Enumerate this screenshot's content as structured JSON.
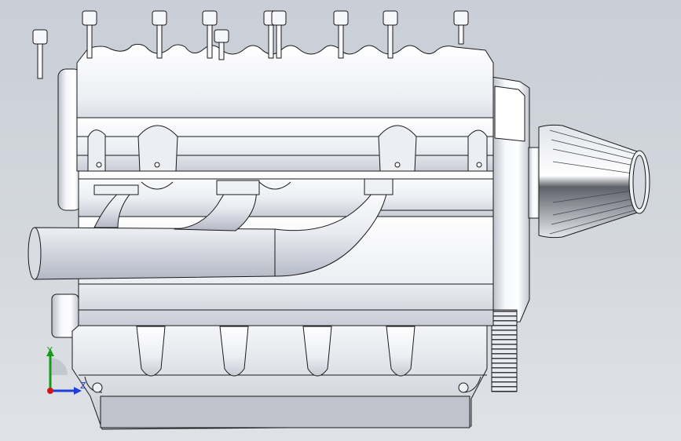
{
  "viewport": {
    "background_top": "#c9ced7",
    "background_bottom": "#dfe2e6",
    "model_name": "v8-engine-assembly"
  },
  "triad": {
    "y_label": "Y",
    "z_label": "Z",
    "y_color": "#1a9a1a",
    "z_color": "#1e3ed8",
    "x_color": "#d01818"
  },
  "colors": {
    "edge": "#1a1a1a",
    "body_light": "#f7f8fb",
    "body_shade": "#c9ccd6",
    "body_mid": "#e6e8ee"
  }
}
